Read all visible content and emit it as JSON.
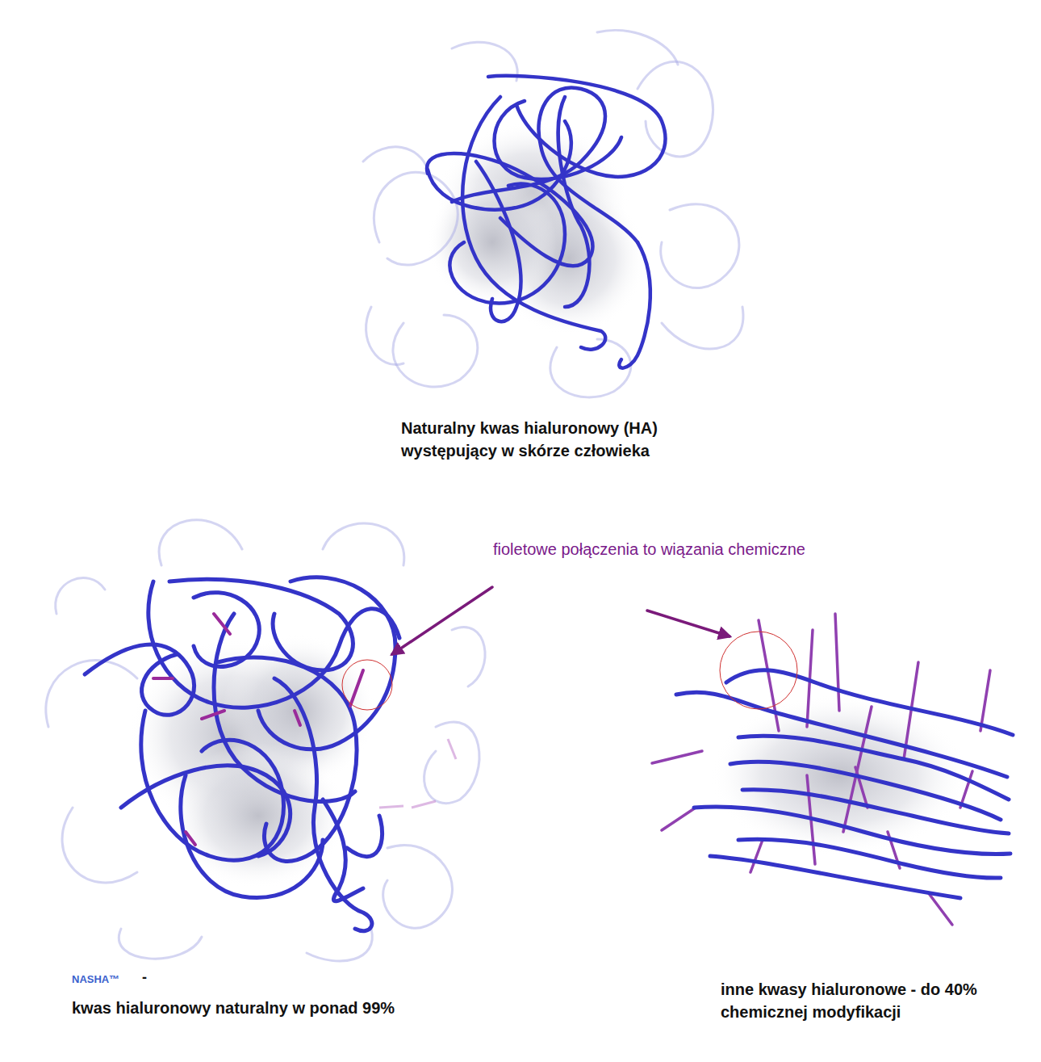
{
  "diagram": {
    "labels": [
      "Naturalny kwas hialuronowy (HA) występujący w skórze człowieka",
      "fioletowe połączenia to wiązania chemiczne",
      "NASHA™",
      "-",
      "kwas hialuronowy naturalny w ponad 99%",
      "inne kwasy hialuronowe - do 40% chemicznej modyfikacji"
    ]
  }
}
